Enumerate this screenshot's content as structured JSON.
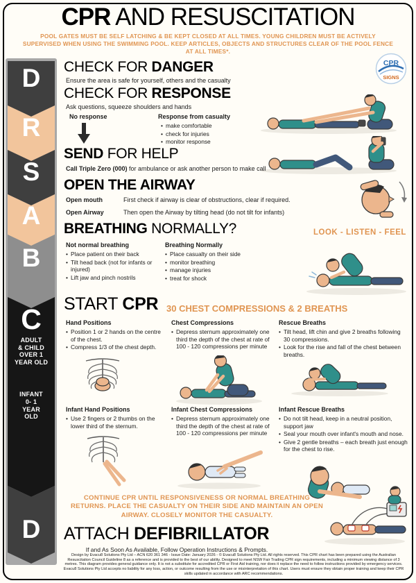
{
  "colors": {
    "accent_orange": "#e09552",
    "chevron_peach": "#f2c59c",
    "chevron_dark": "#3f3f3f",
    "chevron_black": "#161616",
    "sidebar_gray": "#a8a8a8",
    "shirt_teal": "#2f8f8a"
  },
  "header": {
    "title_bold": "CPR",
    "title_light": " AND RESUSCITATION",
    "warning": "POOL GATES MUST BE SELF LATCHING & BE KEPT CLOSED AT ALL TIMES. YOUNG CHILDREN MUST BE ACTIVELY SUPERVISED WHEN USING THE SWIMMING POOL. KEEP ARTICLES, OBJECTS AND STRUCTURES CLEAR OF THE POOL FENCE AT ALL TIMES*."
  },
  "logo": {
    "top": "CPR",
    "bottom": "SIGNS"
  },
  "sidebar": {
    "letters": {
      "d1": "D",
      "r": "R",
      "s": "S",
      "a": "A",
      "b": "B",
      "c": "C",
      "d2": "D"
    },
    "adult_label_lines": [
      "ADULT",
      "& CHILD",
      "OVER 1",
      "YEAR OLD"
    ],
    "infant_label_lines": [
      "INFANT",
      "0- 1",
      "YEAR",
      "OLD"
    ]
  },
  "danger": {
    "heading_light": "CHECK FOR ",
    "heading_bold": "DANGER",
    "text": "Ensure the area is safe for yourself, others and the casualty"
  },
  "response": {
    "heading_light": "CHECK FOR ",
    "heading_bold": "RESPONSE",
    "text": "Ask questions, squeeze shoulders and hands",
    "no_response_label": "No response",
    "response_label": "Response from casualty",
    "bullets": [
      "make comfortable",
      "check for injuries",
      "monitor response"
    ]
  },
  "send": {
    "heading_bold": "SEND",
    "heading_light": " FOR HELP",
    "text_bold": "Call Triple Zero (000)",
    "text_rest": " for ambulance or ask another person to make call"
  },
  "airway": {
    "heading": "OPEN THE AIRWAY",
    "row1_label": "Open mouth",
    "row1_text": "First check if airway is clear of obstructions, clear if required.",
    "row2_label": "Open Airway",
    "row2_text": "Then open the Airway by tilting head (do not tilt for infants)"
  },
  "breathing": {
    "heading_bold": "BREATHING",
    "heading_light": " NORMALLY?",
    "look_listen_feel": "LOOK - LISTEN - FEEL",
    "col1_title": "Not normal breathing",
    "col1_bullets": [
      "Place patient on their back",
      "Tilt head back (not for infants or injured)",
      "Lift jaw and pinch nostrils"
    ],
    "col2_title": "Breathing Normally",
    "col2_bullets": [
      "Place casualty on their side",
      "monitor breathing",
      "manage injuries",
      "treat for shock"
    ]
  },
  "cpr": {
    "heading_light": "START ",
    "heading_bold": "CPR",
    "subheading": "30 CHEST COMPRESSIONS & 2 BREATHS",
    "adult": [
      {
        "title": "Hand Positions",
        "bullets": [
          "Position 1 or 2 hands on the centre of the chest.",
          "Compress 1/3 of the chest depth."
        ]
      },
      {
        "title": "Chest Compressions",
        "bullets": [
          "Depress sternum approximately one third the depth of the chest at rate of 100 - 120 compressions per minute"
        ]
      },
      {
        "title": "Rescue Breaths",
        "bullets": [
          "Tilt head, lift chin and give 2 breaths following 30 compressions.",
          "Look for the rise and fall of the chest between breaths."
        ]
      }
    ],
    "infant": [
      {
        "title": "Infant Hand Positions",
        "bullets": [
          "Use 2 fingers or 2 thumbs on the lower third of the sternum."
        ]
      },
      {
        "title": "Infant Chest Compressions",
        "bullets": [
          "Depress sternum approximately one third the depth of the chest at rate of 100 - 120 compressions per minute"
        ]
      },
      {
        "title": "Infant Rescue Breaths",
        "bullets": [
          "Do not tilt head, keep in a neutral position, support jaw",
          "Seal your mouth over infant's mouth and nose.",
          "Give 2 gentle breaths – each breath just enough for the chest to rise."
        ]
      }
    ]
  },
  "continue": {
    "text": "CONTINUE CPR UNTIL RESPONSIVENESS OR NORMAL BREATHING RETURNS. PLACE THE CASUALTY ON THEIR SIDE AND MAINTAIN AN OPEN AIRWAY. CLOSELY MONITOR THE CASUALTY."
  },
  "defib": {
    "heading_light": "ATTACH ",
    "heading_bold": "DEFIBRILLATOR",
    "text": "If and As Soon As Available, Follow Operation Instructions & Prompts."
  },
  "footer": {
    "text": "Design by Evacu8 Solutions Pty Ltd – ACN 620 361 346 - Issue Date: January 2026 - © Evacu8 Solutions Pty Ltd. All rights reserved. This CPR chart has been prepared using the Australian Resuscitation Council Guideline 8 as a reference and is provided to the best of our ability. Designed to meet NSW Fair Trading CPR sign requirements, including a minimum viewing distance of 3 metres. This diagram provides general guidance only. It is not a substitute for accredited CPR or First Aid training, nor does it replace the need to follow instructions provided by emergency services. Evacu8 Solutions Pty Ltd accepts no liability for any loss, action, or outcome resulting from the use or misinterpretation of this chart. Users must ensure they obtain proper training and keep their CPR skills updated in accordance with ARC recommendations."
  }
}
